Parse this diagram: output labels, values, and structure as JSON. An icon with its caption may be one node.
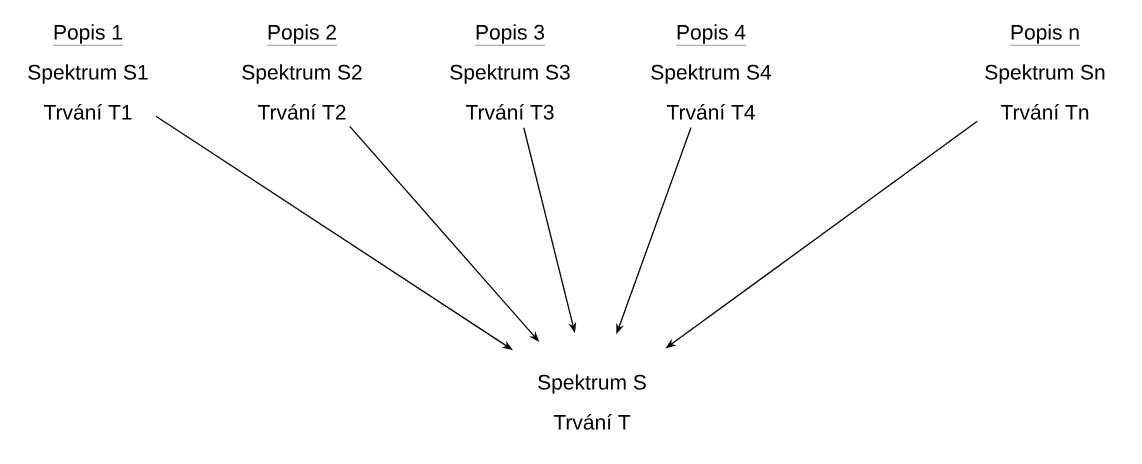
{
  "diagram": {
    "nodes": [
      {
        "text": [
          "Popis 1",
          "Spektrum S1",
          "Trvání T1"
        ]
      },
      {
        "text": [
          "Popis 2",
          "Spektrum S2",
          "Trvání T2"
        ]
      },
      {
        "text": [
          "Popis 3",
          "Spektrum S3",
          "Trvání T3"
        ]
      },
      {
        "text": [
          "Popis 4",
          "Spektrum S4",
          "Trvání T4"
        ]
      },
      {
        "text": [
          "Popis n",
          "Spektrum Sn",
          "Trvání Tn"
        ]
      },
      {
        "text": [
          "Spektrum S",
          "Trvání T"
        ]
      }
    ],
    "edges": [
      {
        "from": 0,
        "to": 5,
        "arrow": "to"
      },
      {
        "from": 1,
        "to": 5,
        "arrow": "to"
      },
      {
        "from": 2,
        "to": 5,
        "arrow": "to"
      },
      {
        "from": 3,
        "to": 5,
        "arrow": "to"
      },
      {
        "from": 4,
        "to": 5,
        "arrow": "to"
      }
    ]
  }
}
